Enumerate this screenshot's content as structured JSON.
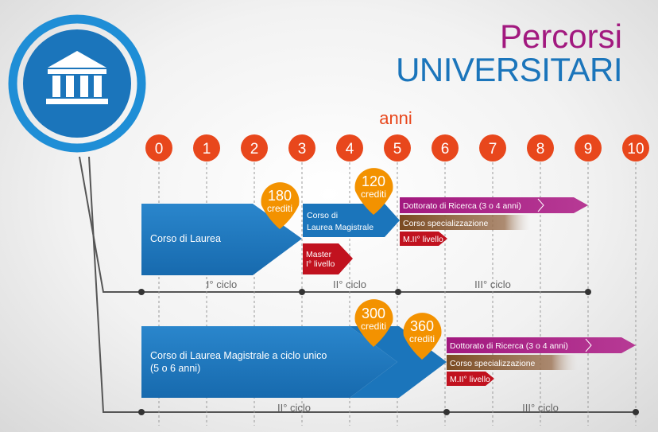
{
  "title": {
    "line1": "Percorsi",
    "line2": "UNIVERSITARI"
  },
  "axis": {
    "label": "anni",
    "years": [
      "0",
      "1",
      "2",
      "3",
      "4",
      "5",
      "6",
      "7",
      "8",
      "9",
      "10"
    ]
  },
  "upper": {
    "laurea": "Corso di Laurea",
    "magistrale_line1": "Corso di",
    "magistrale_line2": "Laurea Magistrale",
    "master1_line1": "Master",
    "master1_line2": "I° livello",
    "dottorato": "Dottorato di Ricerca (3 o 4 anni)",
    "specializzazione": "Corso specializzazione",
    "master2": "M.II° livello",
    "badge1": {
      "num": "180",
      "label": "crediti"
    },
    "badge2": {
      "num": "120",
      "label": "crediti"
    },
    "cycles": [
      "I° ciclo",
      "II° ciclo",
      "III° ciclo"
    ]
  },
  "lower": {
    "ciclo_unico_line1": "Corso di Laurea Magistrale a ciclo unico",
    "ciclo_unico_line2": "(5 o 6 anni)",
    "dottorato": "Dottorato di Ricerca (3 o 4 anni)",
    "specializzazione": "Corso specializzazione",
    "master2": "M.II° livello",
    "badge1": {
      "num": "300",
      "label": "crediti"
    },
    "badge2": {
      "num": "360",
      "label": "crediti"
    },
    "cycles": [
      "II° ciclo",
      "III° ciclo"
    ]
  },
  "colors": {
    "blue": "#1b75bb",
    "orange": "#e8471c",
    "badge": "#f39200",
    "purple": "#a2197f",
    "red": "#c1121f",
    "brown": "#7a4a21",
    "icon_ring": "#1f8ed6"
  },
  "icons": {
    "logo": "university-building-icon"
  }
}
